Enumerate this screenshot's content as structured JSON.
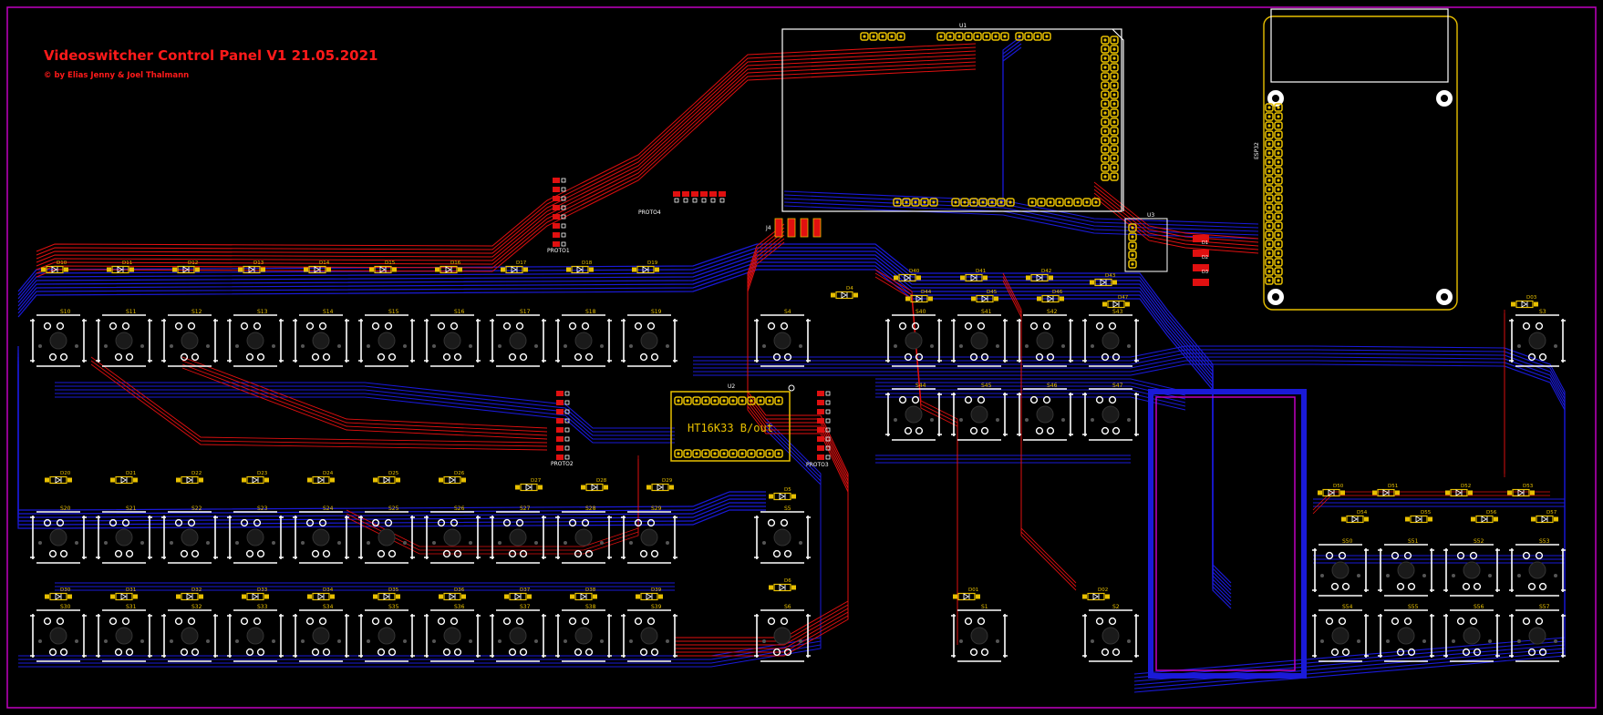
{
  "board": {
    "title": "Videoswitcher Control Panel V1 21.05.2021",
    "subtitle": "© by Elias Jenny & Joel Thalmann",
    "chip_label": "HT16K33 B/out",
    "colors": {
      "background": "#000000",
      "outline": "#c000c0",
      "top_copper": "#e01010",
      "bottom_copper": "#1a1ad8",
      "silk": "#ffffff",
      "pad": "#e8c000",
      "title": "#ff1a1a"
    }
  },
  "parts": {
    "connectors": [
      "PROTO1",
      "PROTO2",
      "PROTO3",
      "PROTO4",
      "U1",
      "U2",
      "U3",
      "ESP32"
    ],
    "row1_diodes": [
      "D10",
      "D11",
      "D12",
      "D13",
      "D14",
      "D15",
      "D16",
      "D17",
      "D18",
      "D19"
    ],
    "row1_switches": [
      "S10",
      "S11",
      "S12",
      "S13",
      "S14",
      "S15",
      "S16",
      "S17",
      "S18",
      "S19"
    ],
    "row2_diodes": [
      "D20",
      "D21",
      "D22",
      "D23",
      "D24",
      "D25",
      "D26",
      "D27",
      "D28",
      "D29"
    ],
    "row2_switches": [
      "S20",
      "S21",
      "S22",
      "S23",
      "S24",
      "S25",
      "S26",
      "S27",
      "S28",
      "S29"
    ],
    "row3_diodes": [
      "D30",
      "D31",
      "D32",
      "D33",
      "D34",
      "D35",
      "D36",
      "D37",
      "D38",
      "D39"
    ],
    "row3_switches": [
      "S30",
      "S31",
      "S32",
      "S33",
      "S34",
      "S35",
      "S36",
      "S37",
      "S38",
      "S39"
    ],
    "group4_diodes": [
      "D40",
      "D41",
      "D42",
      "D43",
      "D44",
      "D45",
      "D46",
      "D47"
    ],
    "group4_switches_top": [
      "S40",
      "S41",
      "S42",
      "S43"
    ],
    "group4_switches_bottom": [
      "S44",
      "S45",
      "S46",
      "S47"
    ],
    "group5_diodes": [
      "D50",
      "D51",
      "D52",
      "D53",
      "D54",
      "D55",
      "D56",
      "D57"
    ],
    "group5_switches_top": [
      "S50",
      "S51",
      "S52",
      "S53"
    ],
    "group5_switches_bottom": [
      "S54",
      "S55",
      "S56",
      "S57"
    ],
    "misc_switches": [
      "S4",
      "S5",
      "S6",
      "S1",
      "S2",
      "S3"
    ],
    "misc_diodes": [
      "D4",
      "D5",
      "D6",
      "D01",
      "D02",
      "D03"
    ],
    "misc_labels": [
      "J4",
      "D1",
      "D2",
      "D3"
    ]
  }
}
